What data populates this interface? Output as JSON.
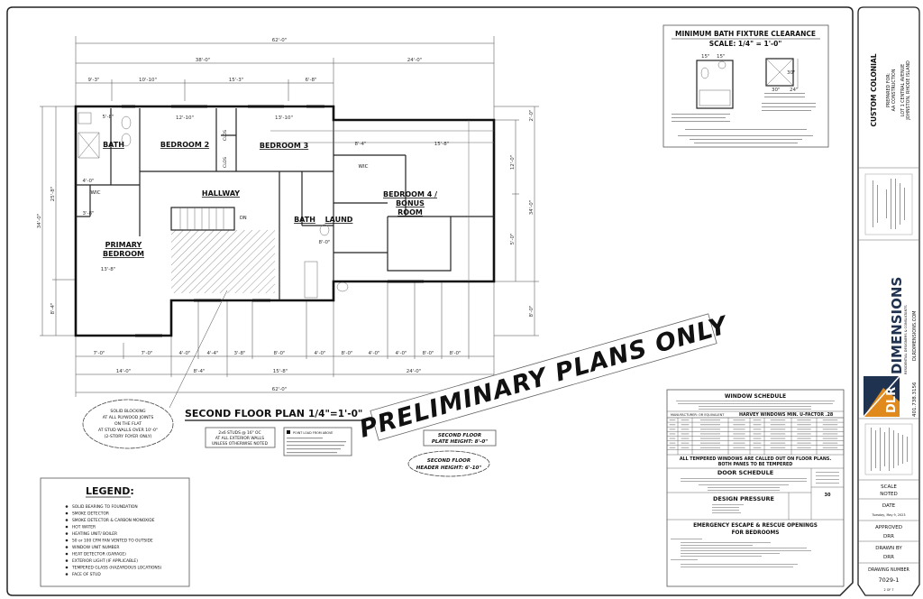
{
  "plan": {
    "title": "SECOND FLOOR PLAN",
    "scale": "1/4\"=1'-0\"",
    "rooms": {
      "bath1": "BATH",
      "bedroom2": "BEDROOM 2",
      "bedroom3": "BEDROOM 3",
      "hallway": "HALLWAY",
      "bath2": "BATH",
      "laund": "LAUND",
      "bedroom4_l1": "BEDROOM 4 /",
      "bedroom4_l2": "BONUS",
      "bedroom4_l3": "ROOM",
      "primary_l1": "PRIMARY",
      "primary_l2": "BEDROOM",
      "wic1": "WIC",
      "wic2": "WIC",
      "closet1": "CLOS",
      "closet2": "CLOS",
      "stair_dn": "DN"
    },
    "dims_top": {
      "overall": "62'-0\"",
      "left": "38'-0\"",
      "right": "24'-0\"",
      "segments": [
        "9'-3\"",
        "10'-10\"",
        "15'-3\"",
        "6'-8\""
      ]
    },
    "dims_bottom": {
      "row1": [
        "7'-0\"",
        "7'-0\"",
        "4'-0\"",
        "4'-4\"",
        "3'-8\"",
        "8'-0\"",
        "4'-0\"",
        "8'-0\"",
        "4'-0\"",
        "4'-0\"",
        "8'-0\"",
        "8'-0\""
      ],
      "row2": [
        "14'-0\"",
        "8'-4\"",
        "15'-8\"",
        "24'-0\""
      ],
      "overall": "62'-0\""
    },
    "dims_left": [
      "34'-0\"",
      "25'-8\"",
      "8'-4\""
    ],
    "dims_right": [
      "34'-0\"",
      "12'-0\"",
      "5'-0\"",
      "2'-0\"",
      "8'-0\""
    ],
    "room_dims": [
      "5'-8\"",
      "12'-10\"",
      "13'-10\"",
      "13'-8\"",
      "8'-4\"",
      "15'-8\"",
      "3'-8\"",
      "4'-0\"",
      "8'-0\""
    ]
  },
  "notes": {
    "blocking": [
      "SOLID BLOCKING",
      "AT ALL PLYWOOD JOINTS",
      "ON THE FLAT",
      "AT STUD WALLS OVER 10'-0\"",
      "(2-STORY FOYER ONLY)"
    ],
    "studs": [
      "2x6 STUDS @ 16\" OC",
      "AT ALL EXTERIOR WALLS",
      "UNLESS OTHERWISE NOTED"
    ],
    "point_load": "POINT LOAD FROM ABOVE",
    "plate_height": [
      "SECOND FLOOR",
      "PLATE HEIGHT: 8'-0\""
    ],
    "header_height": [
      "SECOND FLOOR",
      "HEADER HEIGHT: 6'-10\""
    ]
  },
  "stamp": "PRELIMINARY PLANS ONLY",
  "legend": {
    "title": "LEGEND:",
    "items": [
      "SOLID BEARING TO FOUNDATION",
      "SMOKE DETECTOR",
      "SMOKE DETECTOR & CARBON MONOXIDE",
      "HOT WATER",
      "HEATING UNIT/ BOILER",
      "50 or 100 CFM FAN VENTED TO OUTSIDE",
      "WINDOW UNIT NUMBER",
      "HEAT DETECTOR (GARAGE)",
      "EXTERIOR LIGHT (IF APPLICABLE)",
      "TEMPERED GLASS (HAZARDOUS LOCATIONS)",
      "FACE OF STUD"
    ]
  },
  "bath_clearance": {
    "title": "MINIMUM BATH FIXTURE CLEARANCE",
    "scale": "SCALE: 1/4\" = 1'-0\"",
    "dims": [
      "15\"",
      "15\"",
      "30\"",
      "30\"",
      "24\""
    ]
  },
  "schedule": {
    "window_title": "WINDOW SCHEDULE",
    "manufacturer": "MANUFACTURER: OR EQUIVALENT",
    "harvey": "HARVEY WINDOWS MIN. U-FACTOR .28",
    "tempered_note": [
      "ALL TEMPERED WINDOWS ARE CALLED OUT ON FLOOR PLANS.",
      "BOTH PANES TO BE TEMPERED"
    ],
    "door_title": "DOOR SCHEDULE",
    "door_value": "30",
    "design_title": "DESIGN PRESSURE",
    "egress_title": [
      "EMERGENCY ESCAPE & RESCUE OPENINGS",
      "FOR BEDROOMS"
    ]
  },
  "title_block": {
    "project": "CUSTOM COLONIAL",
    "prepared_for": "PREPARED FOR:",
    "client": "AA CONSTRUCTION",
    "address1": "LOT 1 CENTRAL AVENUE",
    "address2": "JOHNSTON, RHODE ISLAND",
    "company_short": "DLR",
    "company": "DIMENSIONS",
    "tagline": "RESIDENTIAL DESIGNERS & CONSULTANTS",
    "phone": "401.738.3156",
    "website": "DLRDIMENSIONS.COM",
    "scale_label": "SCALE",
    "scale_value": "NOTED",
    "date_label": "DATE",
    "date_value": "Tuesday, May 9, 2023",
    "approved_label": "APPROVED",
    "approved_value": "DRR",
    "drawn_label": "DRAWN BY",
    "drawn_value": "DRR",
    "number_label": "DRAWING NUMBER",
    "number_value": "7029-1",
    "sheet": "2 OF 7",
    "logo_colors": {
      "orange": "#e08a1e",
      "navy": "#1f3350"
    }
  }
}
